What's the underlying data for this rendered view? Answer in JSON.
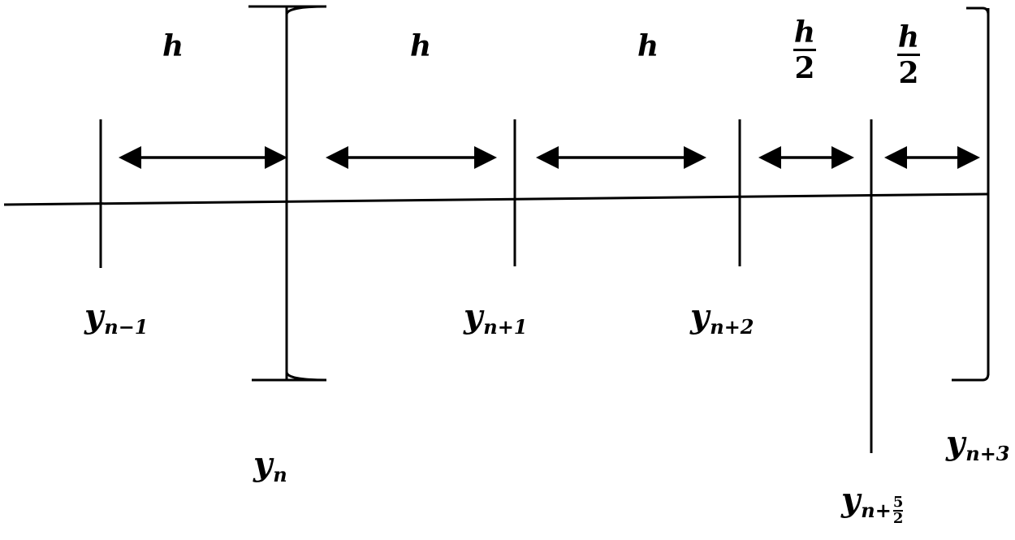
{
  "intervals": {
    "h1": "h",
    "h2": "h",
    "h3": "h",
    "half1_num": "h",
    "half1_den": "2",
    "half2_num": "h",
    "half2_den": "2"
  },
  "points": {
    "y_n_minus_1": {
      "base": "y",
      "sub": "n−1"
    },
    "y_n": {
      "base": "y",
      "sub": "n"
    },
    "y_n_plus_1": {
      "base": "y",
      "sub": "n+1"
    },
    "y_n_plus_2": {
      "base": "y",
      "sub": "n+2"
    },
    "y_n_plus_5_2": {
      "base": "y",
      "sub": "n+",
      "sub_num": "5",
      "sub_den": "2"
    },
    "y_n_plus_3": {
      "base": "y",
      "sub": "n+3"
    }
  }
}
